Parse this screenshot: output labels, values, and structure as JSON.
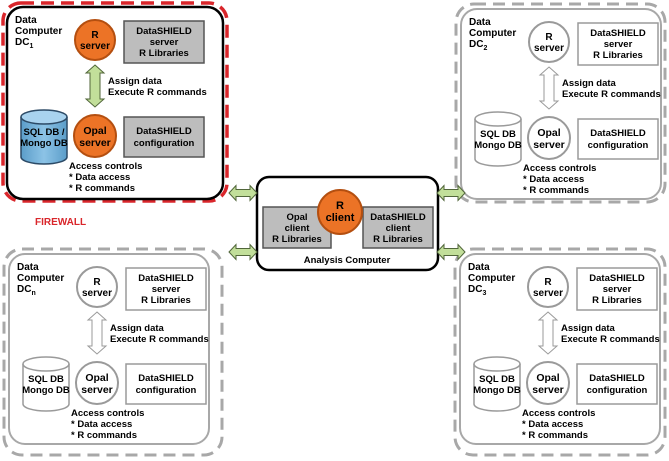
{
  "colors": {
    "firewall_red": "#d9262b",
    "r_orange": "#ec7326",
    "db_blue": "#6aaedb",
    "lib_gray": "#bdbdbd",
    "arrow_green": "#c2df9a",
    "arrow_green_stroke": "#51663a",
    "dim_gray": "#a8a8a8"
  },
  "firewall_label": "FIREWALL",
  "analysis": {
    "caption": "Analysis Computer",
    "r_client": [
      "R",
      "client"
    ],
    "opal_lib": [
      "Opal",
      "client",
      "R Libraries"
    ],
    "ds_lib": [
      "DataSHIELD",
      "client",
      "R Libraries"
    ]
  },
  "computers": [
    {
      "id": "dc1",
      "computer": [
        "Data",
        "Computer"
      ],
      "dc_base": "DC",
      "dc_sub": "1",
      "r_server": [
        "R",
        "server"
      ],
      "ds_server": [
        "DataSHIELD",
        "server",
        "R Libraries"
      ],
      "assign": [
        "Assign data",
        "Execute R commands"
      ],
      "db": [
        "SQL DB /",
        "Mongo DB"
      ],
      "opal": [
        "Opal",
        "server"
      ],
      "ds_config": [
        "DataSHIELD",
        "configuration"
      ],
      "access": [
        "Access controls",
        "* Data access",
        "* R  commands"
      ]
    },
    {
      "id": "dc2",
      "computer": [
        "Data",
        "Computer"
      ],
      "dc_base": "DC",
      "dc_sub": "2",
      "r_server": [
        "R",
        "server"
      ],
      "ds_server": [
        "DataSHIELD",
        "server",
        "R Libraries"
      ],
      "assign": [
        "Assign data",
        "Execute R commands"
      ],
      "db": [
        "SQL DB",
        "Mongo DB"
      ],
      "opal": [
        "Opal",
        "server"
      ],
      "ds_config": [
        "DataSHIELD",
        "configuration"
      ],
      "access": [
        "Access controls",
        "* Data access",
        "* R  commands"
      ]
    },
    {
      "id": "dcn",
      "computer": [
        "Data",
        "Computer"
      ],
      "dc_base": "DC",
      "dc_sub": "n",
      "r_server": [
        "R",
        "server"
      ],
      "ds_server": [
        "DataSHIELD",
        "server",
        "R Libraries"
      ],
      "assign": [
        "Assign data",
        "Execute R commands"
      ],
      "db": [
        "SQL DB",
        "Mongo DB"
      ],
      "opal": [
        "Opal",
        "server"
      ],
      "ds_config": [
        "DataSHIELD",
        "configuration"
      ],
      "access": [
        "Access controls",
        "* Data access",
        "* R  commands"
      ]
    },
    {
      "id": "dc3",
      "computer": [
        "Data",
        "Computer"
      ],
      "dc_base": "DC",
      "dc_sub": "3",
      "r_server": [
        "R",
        "server"
      ],
      "ds_server": [
        "DataSHIELD",
        "server",
        "R Libraries"
      ],
      "assign": [
        "Assign data",
        "Execute R commands"
      ],
      "db": [
        "SQL DB",
        "Mongo DB"
      ],
      "opal": [
        "Opal",
        "server"
      ],
      "ds_config": [
        "DataSHIELD",
        "configuration"
      ],
      "access": [
        "Access controls",
        "* Data access",
        "* R  commands"
      ]
    }
  ]
}
